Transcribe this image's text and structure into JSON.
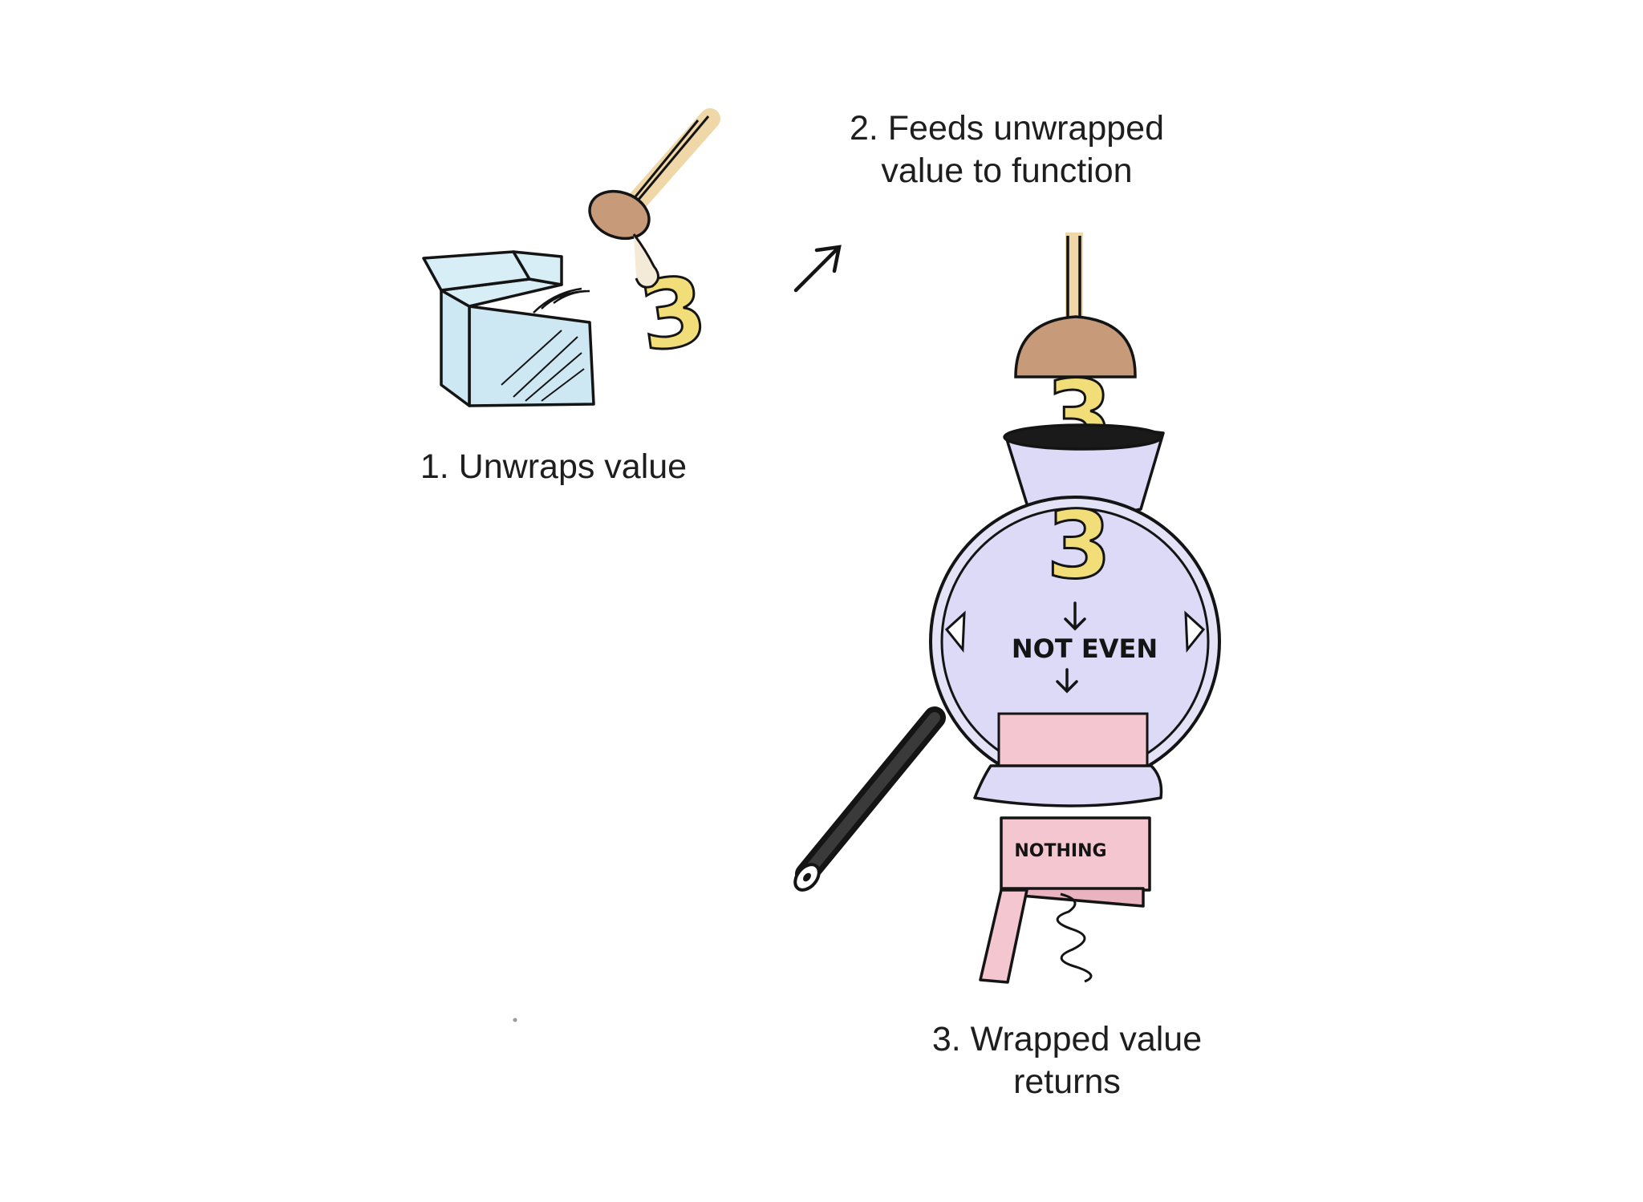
{
  "captions": {
    "step1": {
      "line1": "1. Unwraps value"
    },
    "step2": {
      "line1": "2. Feeds unwrapped",
      "line2": "value to function"
    },
    "step3": {
      "line1": "3. Wrapped value",
      "line2": "returns"
    }
  },
  "drawing": {
    "value_digit": "3",
    "machine_label": "NOT EVEN",
    "output_box_label": "NOTHING"
  },
  "colors": {
    "box": "#cde8f2",
    "digit": "#f1de78",
    "plunger": "#c79a79",
    "machine": "#dcdaf6",
    "output": "#f4c6d0",
    "ink": "#141414"
  }
}
